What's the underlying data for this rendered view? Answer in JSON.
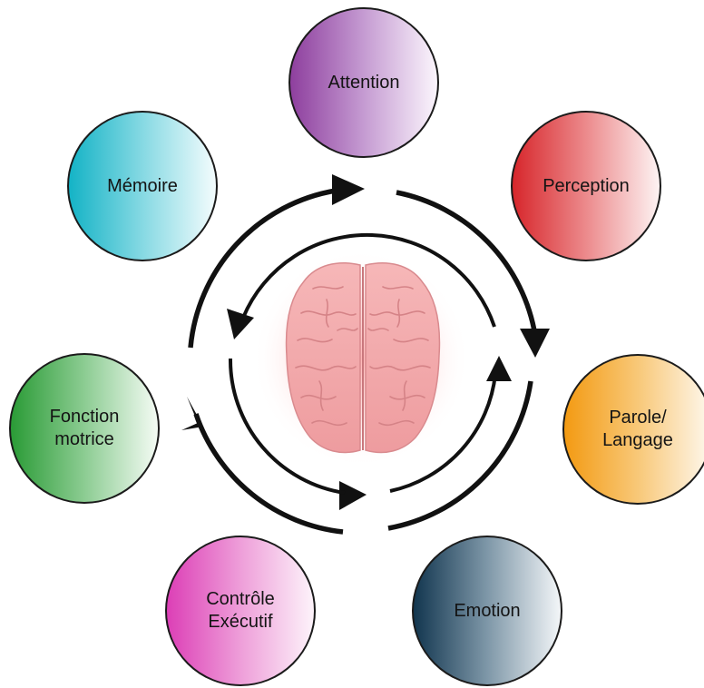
{
  "diagram": {
    "nodes": [
      {
        "id": "attention",
        "lines": [
          "Attention"
        ]
      },
      {
        "id": "memoire",
        "lines": [
          "Mémoire"
        ]
      },
      {
        "id": "perception",
        "lines": [
          "Perception"
        ]
      },
      {
        "id": "fonction",
        "lines": [
          "Fonction",
          "motrice"
        ]
      },
      {
        "id": "parole",
        "lines": [
          "Parole/",
          "Langage"
        ]
      },
      {
        "id": "controle",
        "lines": [
          "Contrôle",
          "Exécutif"
        ]
      },
      {
        "id": "emotion",
        "lines": [
          "Emotion"
        ]
      }
    ],
    "center_icon": "brain-icon",
    "colors": {
      "attention": "#8e3f9e",
      "memoire": "#14b3c6",
      "perception": "#d7262b",
      "fonction": "#2a9b36",
      "parole": "#f39a12",
      "controle": "#dc3fb6",
      "emotion": "#12364f",
      "arrow": "#111111",
      "brain": "#f2a7a9"
    }
  }
}
